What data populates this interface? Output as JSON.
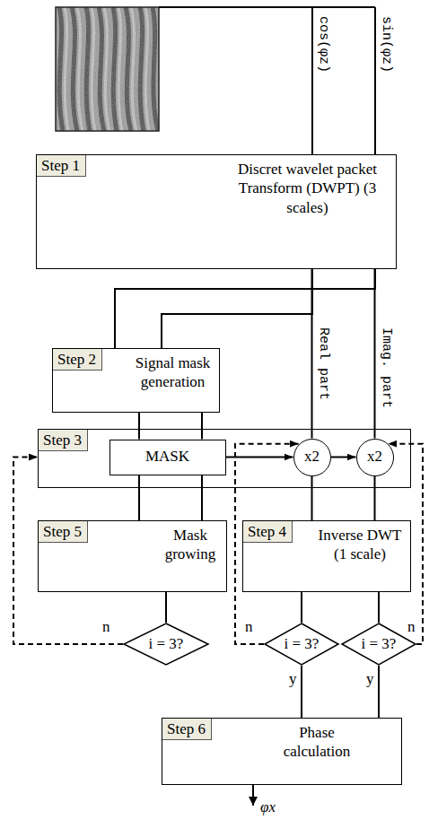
{
  "diagram": {
    "nodes": [
      {
        "text": [
          "Step 1",
          "Discret wavelet packet Transform (DWPT) (3 scales)"
        ]
      },
      {
        "text": [
          "Step 2",
          "Signal mask generation"
        ]
      },
      {
        "text": [
          "Step 3"
        ]
      },
      {
        "text": [
          "MASK"
        ],
        "in": 2
      },
      {
        "text": [
          "x2"
        ],
        "in": 2
      },
      {
        "text": [
          "x2"
        ],
        "in": 2
      },
      {
        "text": [
          "Step 5",
          "Mask growing"
        ]
      },
      {
        "text": [
          "Step 4",
          "Inverse DWT (1 scale)"
        ]
      },
      {
        "text": [
          "i = 3?"
        ]
      },
      {
        "text": [
          "i = 3?"
        ]
      },
      {
        "text": [
          "i = 3?"
        ]
      },
      {
        "text": [
          "Step 6",
          "Phase calculation"
        ]
      }
    ],
    "edges": [
      {
        "from": 0,
        "to": 4,
        "label": "Real part",
        "arrow": "none"
      },
      {
        "from": 0,
        "to": 5,
        "label": "Imag. part",
        "arrow": "none"
      },
      {
        "from": 0,
        "to": 1,
        "arrow": "none"
      },
      {
        "from": 0,
        "to": 1,
        "arrow": "none"
      },
      {
        "from": 1,
        "to": 3,
        "arrow": "none"
      },
      {
        "from": 1,
        "to": 3,
        "arrow": "none"
      },
      {
        "from": 3,
        "to": 4,
        "arrow": "to"
      },
      {
        "from": 4,
        "to": 5,
        "arrow": "to"
      },
      {
        "from": 3,
        "to": 6,
        "arrow": "none"
      },
      {
        "from": 3,
        "to": 6,
        "arrow": "none"
      },
      {
        "from": 4,
        "to": 7,
        "arrow": "none"
      },
      {
        "from": 5,
        "to": 7,
        "arrow": "none"
      },
      {
        "from": 6,
        "to": 8,
        "arrow": "none"
      },
      {
        "from": 7,
        "to": 9,
        "arrow": "none"
      },
      {
        "from": 7,
        "to": 10,
        "arrow": "none"
      },
      {
        "from": 8,
        "to": 2,
        "label": "n",
        "arrow": "to"
      },
      {
        "from": 9,
        "to": 4,
        "label": "n",
        "arrow": "to"
      },
      {
        "from": 10,
        "to": 5,
        "label": "n",
        "arrow": "to"
      },
      {
        "from": 9,
        "to": 11,
        "label": "y",
        "arrow": "none"
      },
      {
        "from": 10,
        "to": 11,
        "label": "y",
        "arrow": "none"
      }
    ],
    "labels": [
      "cos(φz)",
      "sin(φz)",
      "φx"
    ]
  }
}
